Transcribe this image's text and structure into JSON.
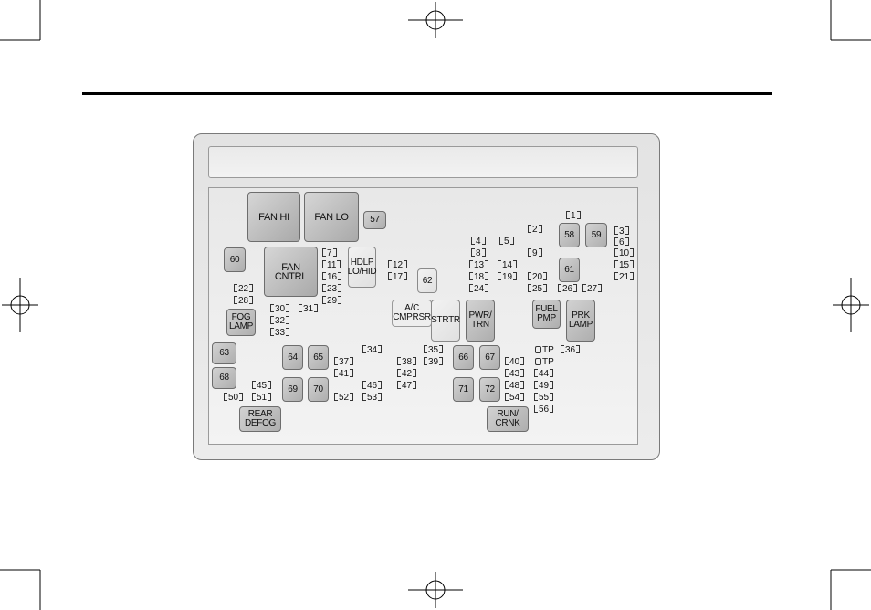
{
  "relays": {
    "fan_hi": "FAN HI",
    "fan_lo": "FAN LO",
    "r57": "57",
    "r60": "60",
    "fan_cntrl": "FAN CNTRL",
    "hdlp": "HDLP\nLO/HID",
    "r62": "62",
    "r58": "58",
    "r59": "59",
    "r61": "61",
    "fog_lamp": "FOG\nLAMP",
    "ac_cmprsr": "A/C\nCMPRSR",
    "strtr": "STRTR",
    "pwr_trn": "PWR/\nTRN",
    "fuel_pmp": "FUEL\nPMP",
    "prk_lamp": "PRK\nLAMP",
    "r63": "63",
    "r68": "68",
    "r64": "64",
    "r65": "65",
    "r66": "66",
    "r67": "67",
    "r69": "69",
    "r70": "70",
    "r71": "71",
    "r72": "72",
    "rear_defog": "REAR\nDEFOG",
    "run_crnk": "RUN/\nCRNK"
  },
  "fuses": {
    "f1": "1",
    "f2": "2",
    "f3": "3",
    "f4": "4",
    "f5": "5",
    "f6": "6",
    "f7": "7",
    "f8": "8",
    "f9": "9",
    "f10": "10",
    "f11": "11",
    "f12": "12",
    "f13": "13",
    "f14": "14",
    "f15": "15",
    "f16": "16",
    "f17": "17",
    "f18": "18",
    "f19": "19",
    "f20": "20",
    "f21": "21",
    "f22": "22",
    "f23": "23",
    "f24": "24",
    "f25": "25",
    "f26": "26",
    "f27": "27",
    "f28": "28",
    "f29": "29",
    "f30": "30",
    "f31": "31",
    "f32": "32",
    "f33": "33",
    "f34": "34",
    "f35": "35",
    "f36": "36",
    "f37": "37",
    "f38": "38",
    "f39": "39",
    "f40": "40",
    "f41": "41",
    "f42": "42",
    "f43": "43",
    "f44": "44",
    "f45": "45",
    "f46": "46",
    "f47": "47",
    "f48": "48",
    "f49": "49",
    "f50": "50",
    "f51": "51",
    "f52": "52",
    "f53": "53",
    "f54": "54",
    "f55": "55",
    "f56": "56",
    "tp1": "TP",
    "tp2": "TP"
  }
}
